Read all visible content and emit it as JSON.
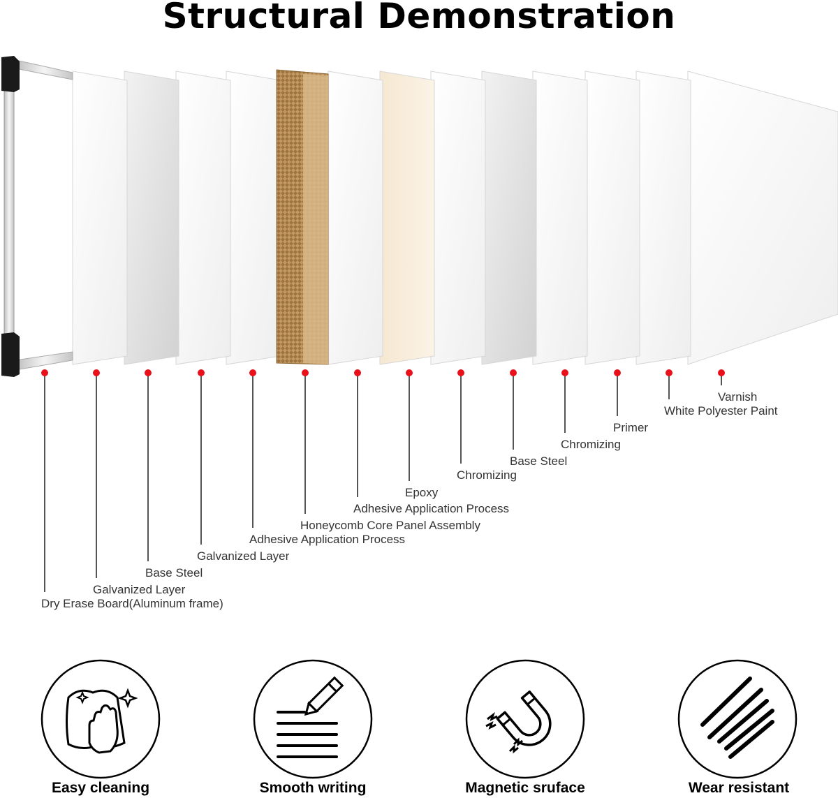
{
  "title": "Structural Demonstration",
  "layers": [
    {
      "label": "Dry Erase Board(Aluminum frame)",
      "kind": "frame"
    },
    {
      "label": "Galvanized Layer",
      "kind": "white"
    },
    {
      "label": "Base Steel",
      "kind": "grey"
    },
    {
      "label": "Galvanized Layer",
      "kind": "white"
    },
    {
      "label": "Adhesive Application Process",
      "kind": "clear"
    },
    {
      "label": "Honeycomb Core Panel Assembly",
      "kind": "honeycomb"
    },
    {
      "label": "Adhesive Application Process",
      "kind": "clear"
    },
    {
      "label": "Epoxy",
      "kind": "white"
    },
    {
      "label": "Chromizing",
      "kind": "white"
    },
    {
      "label": "Base Steel",
      "kind": "grey"
    },
    {
      "label": "Chromizing",
      "kind": "white"
    },
    {
      "label": "Primer",
      "kind": "white"
    },
    {
      "label": "White Polyester Paint",
      "kind": "white"
    },
    {
      "label": "Varnish",
      "kind": "white"
    }
  ],
  "colors": {
    "marker": "#e8101a",
    "leader": "#555555",
    "frame_corner": "#1a1a1a",
    "honeycomb": "#c9a06a"
  },
  "features": [
    {
      "label": "Easy cleaning",
      "icon": "cleaning-cloth-icon"
    },
    {
      "label": "Smooth writing",
      "icon": "pencil-writing-icon"
    },
    {
      "label": "Magnetic sruface",
      "icon": "magnet-icon"
    },
    {
      "label": "Wear resistant",
      "icon": "scratch-lines-icon"
    }
  ]
}
